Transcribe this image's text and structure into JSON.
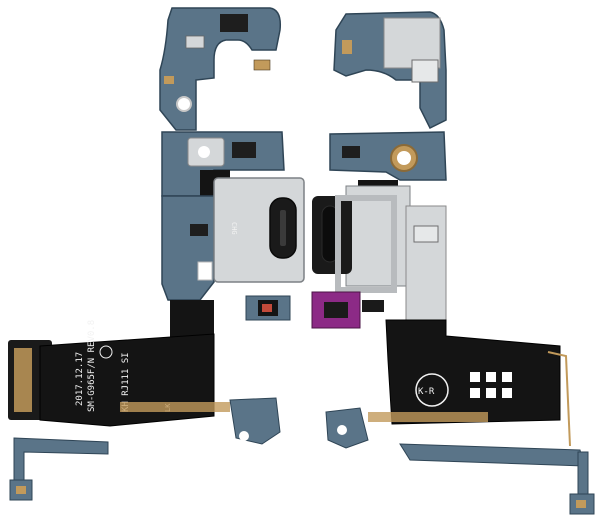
{
  "photo": {
    "left_part": {
      "model_label": "SM-G965F/N REV0.8",
      "date_label": "2017.12.17",
      "code_label": "KH RJ111 SI",
      "side_label": "LK",
      "port_label": "CHG"
    },
    "right_part": {
      "stamp_label": "K-R"
    },
    "colors": {
      "flex_black": "#141414",
      "pcb_blue": "#5a7488",
      "shield_silver": "#d4d7d9",
      "copper": "#c29a5b",
      "purple_gasket": "#8c2a86"
    }
  }
}
